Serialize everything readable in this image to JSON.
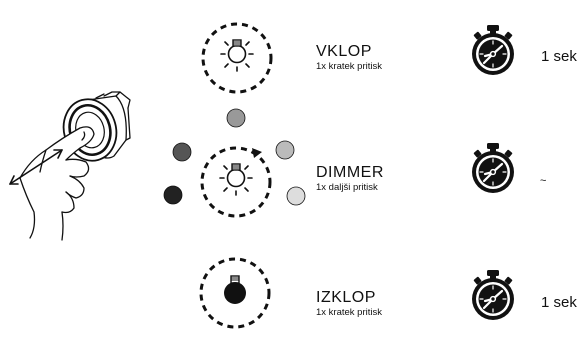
{
  "rows": [
    {
      "mode": "VKLOP",
      "action": "1x kratek pritisk",
      "duration": "1 sek",
      "bulb_state": "on"
    },
    {
      "mode": "DIMMER",
      "action": "1x daljši pritisk",
      "duration": "~",
      "bulb_state": "dimming"
    },
    {
      "mode": "IZKLOP",
      "action": "1x kratek pritisk",
      "duration": "1 sek",
      "bulb_state": "off"
    }
  ],
  "dimmer_levels": [
    "#999999",
    "#555555",
    "#222222",
    "#bbbbbb",
    "#dddddd"
  ],
  "icons": [
    "hand-press-button-icon",
    "light-bulb-icon",
    "stopwatch-icon"
  ]
}
